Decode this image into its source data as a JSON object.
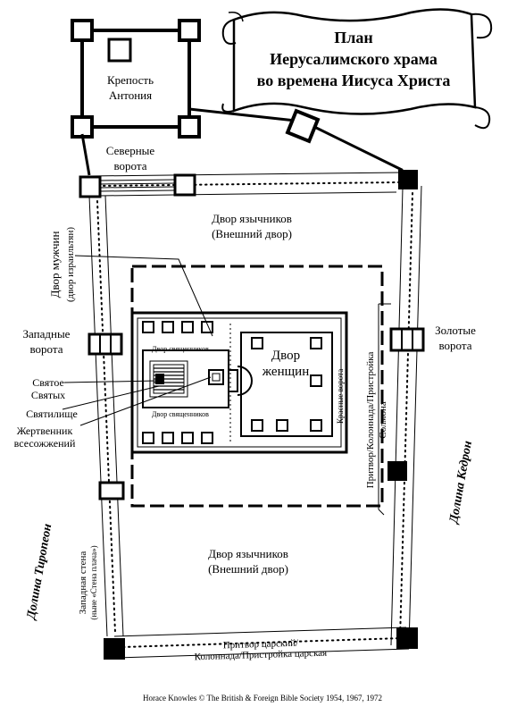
{
  "banner": {
    "line1": "План",
    "line2": "Иерусалимского храма",
    "line3": "во времена Иисуса Христа"
  },
  "labels": {
    "fortress_1": "Крепость",
    "fortress_2": "Антония",
    "north_gate_1": "Северные",
    "north_gate_2": "ворота",
    "gentiles_top_1": "Двор язычников",
    "gentiles_top_2": "(Внешний двор)",
    "men_court_1": "Двор мужчин",
    "men_court_2": "(двор израильтян)",
    "west_gate_1": "Западные",
    "west_gate_2": "ворота",
    "priests_top": "Двор священников",
    "priests_bottom": "Двор священников",
    "women_court_1": "Двор",
    "women_court_2": "женщин",
    "beautiful_gate": "Красные ворота",
    "holy_1": "Святое",
    "holy_2": "Святых",
    "sanctuary": "Святилище",
    "altar_1": "Жертвенник",
    "altar_2": "всесожжений",
    "golden_gate_1": "Золотые",
    "golden_gate_2": "ворота",
    "portico_east_1": "Притвор/Колоннада/Пристройка",
    "portico_east_2": "Солмона",
    "gentiles_bottom_1": "Двор язычников",
    "gentiles_bottom_2": "(Внешний двор)",
    "kidron": "Долина Кедрон",
    "tyropoeon": "Долина Тиропеон",
    "western_wall_1": "Западная стена",
    "western_wall_2": "(ныне «Стена плача»)",
    "royal_1": "Притвор царский/",
    "royal_2": "Колоннада/Пристройка царская"
  },
  "credit": "Horace Knowles © The British & Foreign Bible Society 1954, 1967, 1972"
}
